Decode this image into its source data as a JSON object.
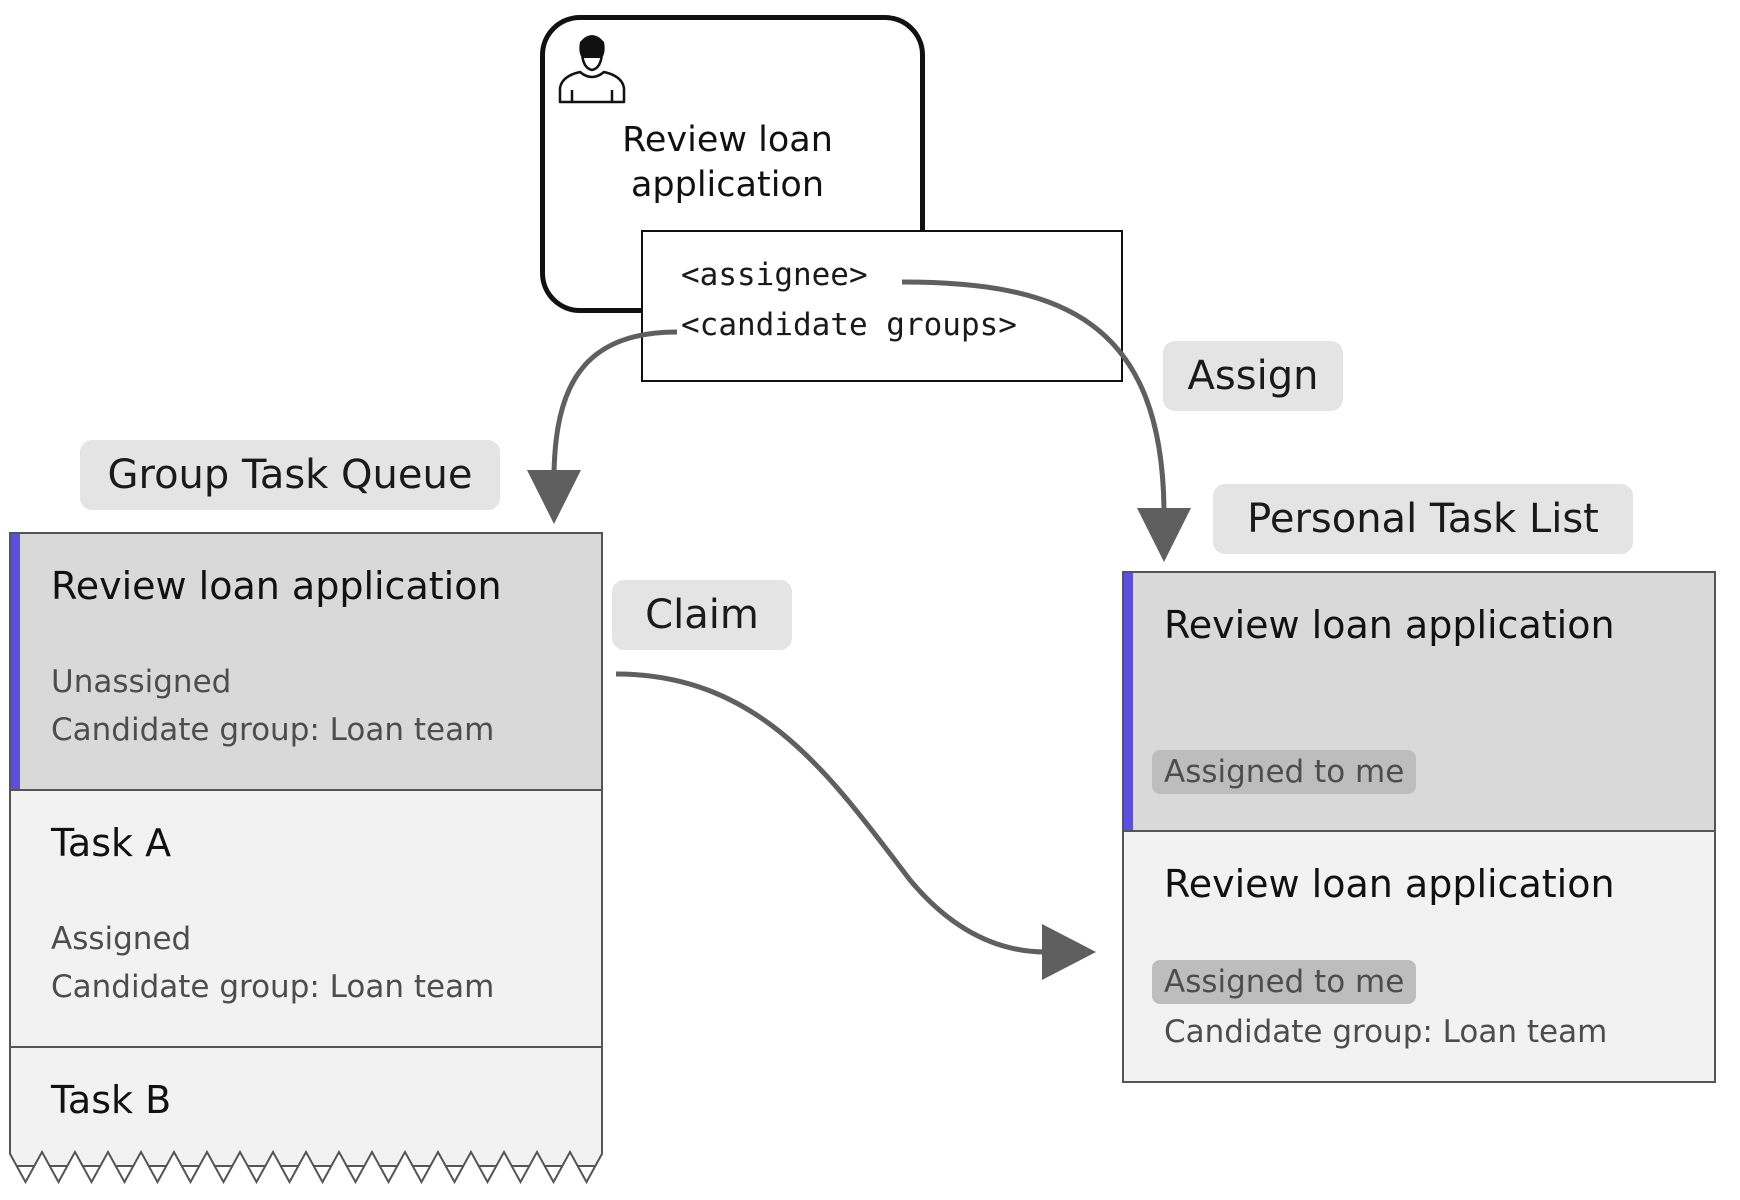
{
  "user_task": {
    "icon": "user-icon",
    "title": "Review loan application"
  },
  "properties": {
    "assignee": "<assignee>",
    "candidate_groups": "<candidate groups>"
  },
  "labels": {
    "group_queue": "Group Task Queue",
    "assign": "Assign",
    "personal_list": "Personal Task List",
    "claim": "Claim"
  },
  "group_queue": {
    "items": [
      {
        "title": "Review loan application",
        "status": "Unassigned",
        "group": "Candidate group: Loan team"
      },
      {
        "title": "Task A",
        "status": "Assigned",
        "group": "Candidate group: Loan team"
      },
      {
        "title": "Task B"
      }
    ]
  },
  "personal_list": {
    "items": [
      {
        "title": "Review loan application",
        "badge": "Assigned to me"
      },
      {
        "title": "Review loan application",
        "badge": "Assigned to me",
        "group": "Candidate group: Loan team"
      }
    ]
  },
  "colors": {
    "accent": "#5b4fe0",
    "arrow": "#5f5f5f",
    "highlight": "#d9d9d9",
    "card": "#f2f2f2",
    "pill": "#e4e4e4"
  }
}
